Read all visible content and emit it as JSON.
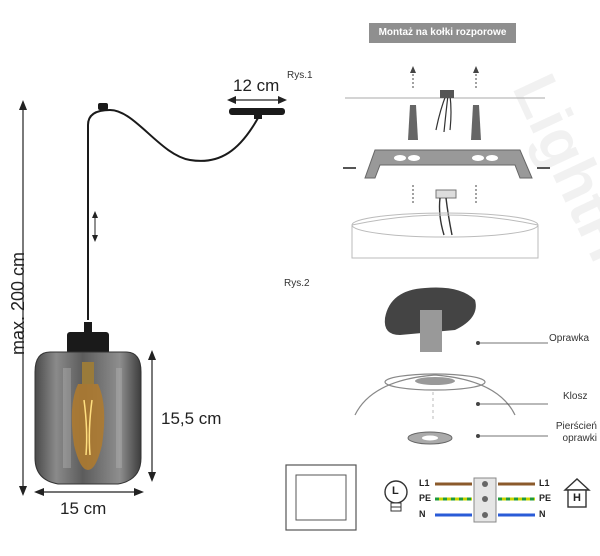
{
  "left": {
    "dim_cable_length": "max. 200 cm",
    "dim_canopy_width": "12 cm",
    "dim_shade_height": "15,5 cm",
    "dim_shade_width": "15 cm"
  },
  "right": {
    "figure1_label": "Rys.1",
    "figure1_banner": "Montaż na kołki rozporowe",
    "figure2_label": "Rys.2",
    "part_oprawka": "Oprawka",
    "part_klosz": "Klosz",
    "part_pierscien": "Pierścień\noprawki"
  },
  "wiring": {
    "left": [
      "L1",
      "PE",
      "N"
    ],
    "right": [
      "L1",
      "PE",
      "N"
    ],
    "colors": {
      "L1": "#8b5a2b",
      "PE": "#c8d400",
      "N": "#2a5bd7"
    },
    "bulb_symbol": "L",
    "house_symbol": "H"
  },
  "watermark": "LightHome",
  "icons": [
    "switch-icon",
    "bulb-icon",
    "house-icon",
    "anchor-icon",
    "screw-icon"
  ]
}
